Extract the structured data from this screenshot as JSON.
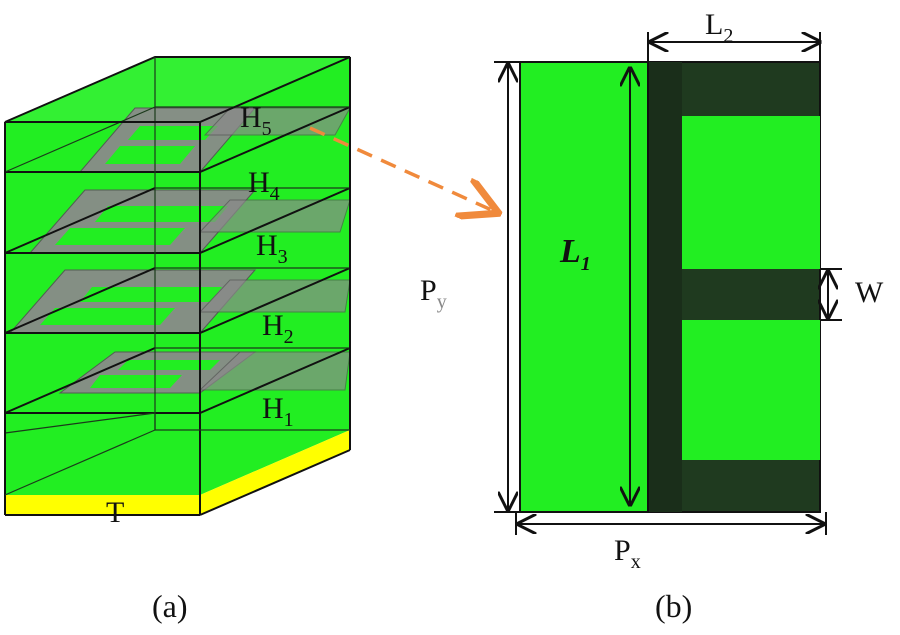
{
  "panel_a": {
    "caption": "(a)",
    "layer_labels": [
      {
        "main": "H",
        "sub": "5"
      },
      {
        "main": "H",
        "sub": "4"
      },
      {
        "main": "H",
        "sub": "3"
      },
      {
        "main": "H",
        "sub": "2"
      },
      {
        "main": "H",
        "sub": "1"
      }
    ],
    "substrate_label": "T"
  },
  "panel_b": {
    "caption": "(b)",
    "label_L1": {
      "main": "L",
      "sub": "1"
    },
    "label_L2": {
      "main": "L",
      "sub": "2"
    },
    "label_W": "W",
    "label_Px": {
      "main": "P",
      "sub": "x"
    },
    "label_Py": {
      "main": "P",
      "sub": "y"
    }
  },
  "colors": {
    "dielectric_green": "#22ee22",
    "metal_dark": "#1f3a1f",
    "metal_gray": "#8a8a8a",
    "ground_yellow": "#ffff00",
    "arrow_orange": "#f08a3c"
  }
}
